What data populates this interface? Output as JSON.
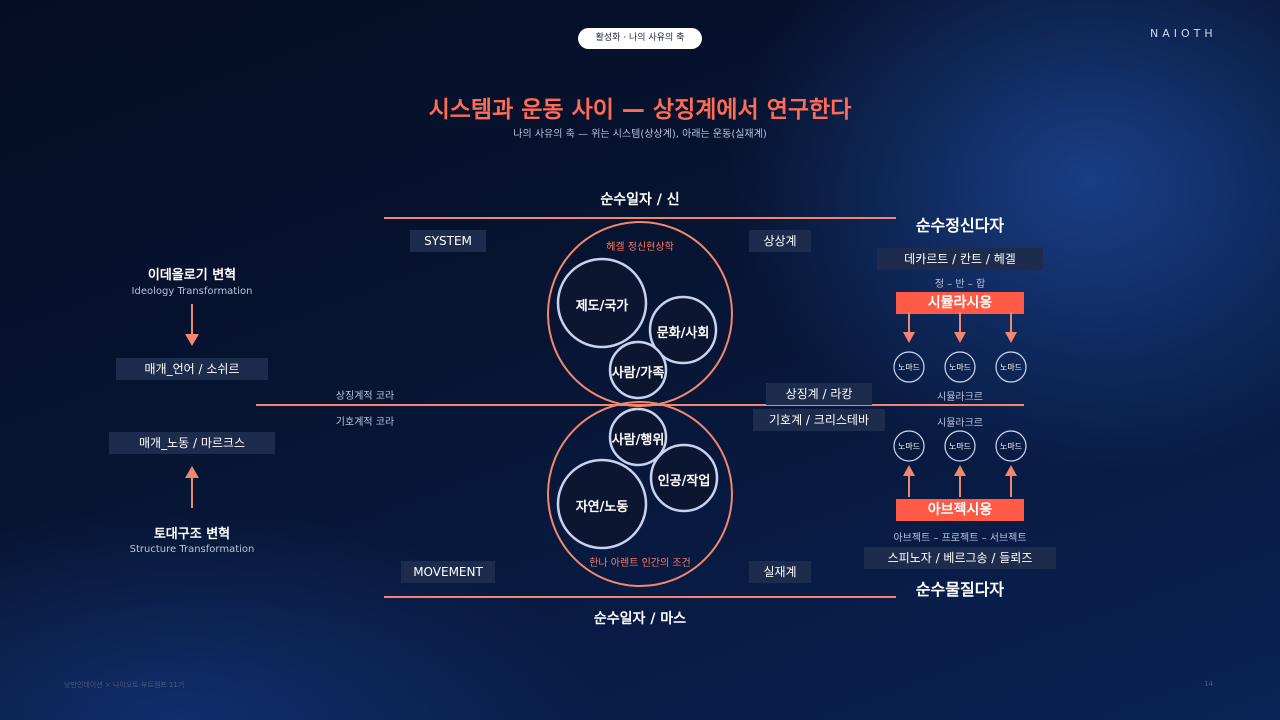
{
  "header": {
    "pill": "활성화 · 나의 사유의 축",
    "brand": "NAIOTH",
    "title": "시스템과 운동 사이 — 상징계에서 연구한다",
    "subtitle": "나의 사유의 축 — 위는 시스템(상상계), 아래는 운동(실재계)"
  },
  "axis": {
    "top_label": "순수일자 / 신",
    "bottom_label": "순수일자 / 마스",
    "right_top": "순수정신다자",
    "right_bottom": "순수물질다자",
    "symbolic_core": "상징계적 코라",
    "semiotic_core": "기호계적 코라"
  },
  "tags": {
    "system": "SYSTEM",
    "movement": "MOVEMENT",
    "imaginary": "상상계",
    "real": "실재계",
    "symbolic_lacan": "상징계 / 라캉",
    "semiotic_kristeva": "기호계 / 크리스테바"
  },
  "circles": {
    "top_caption": "헤겔 정신현상학",
    "bottom_caption": "한나 아렌트 인간의 조건",
    "top": [
      "제도/국가",
      "문화/사회",
      "사람/가족"
    ],
    "bottom": [
      "사람/행위",
      "인공/작업",
      "자연/노동"
    ]
  },
  "left": {
    "ideology_title": "이데올로기 변혁",
    "ideology_sub": "Ideology Transformation",
    "media_language": "매개_언어 / 소쉬르",
    "media_labor": "매개_노동 / 마르크스",
    "structure_title": "토대구조 변혁",
    "structure_sub": "Structure Transformation"
  },
  "right": {
    "philosophers_top": "데카르트 / 칸트 / 헤겔",
    "dialectic": "정 – 반 – 합",
    "simulation": "시뮬라시옹",
    "simulacre_top": "시뮬라크르",
    "simulacre_bottom": "시뮬라크르",
    "nomad": "노마드",
    "abjection": "아브젝시옹",
    "abject_chain": "아브젝트 – 프로젝트 – 서브젝트",
    "philosophers_bottom": "스피노자 / 베르그송 / 들뢰즈"
  },
  "footer": {
    "left": "낭만인데이션 × 나이오트 부트캠프 11기",
    "page": "14"
  },
  "colors": {
    "accent": "#ff6b55",
    "line": "#f2876f",
    "tag_bg": "#1d2b4d",
    "circle_fill": "#0c1630",
    "circle_stroke": "#c9d2f0"
  }
}
